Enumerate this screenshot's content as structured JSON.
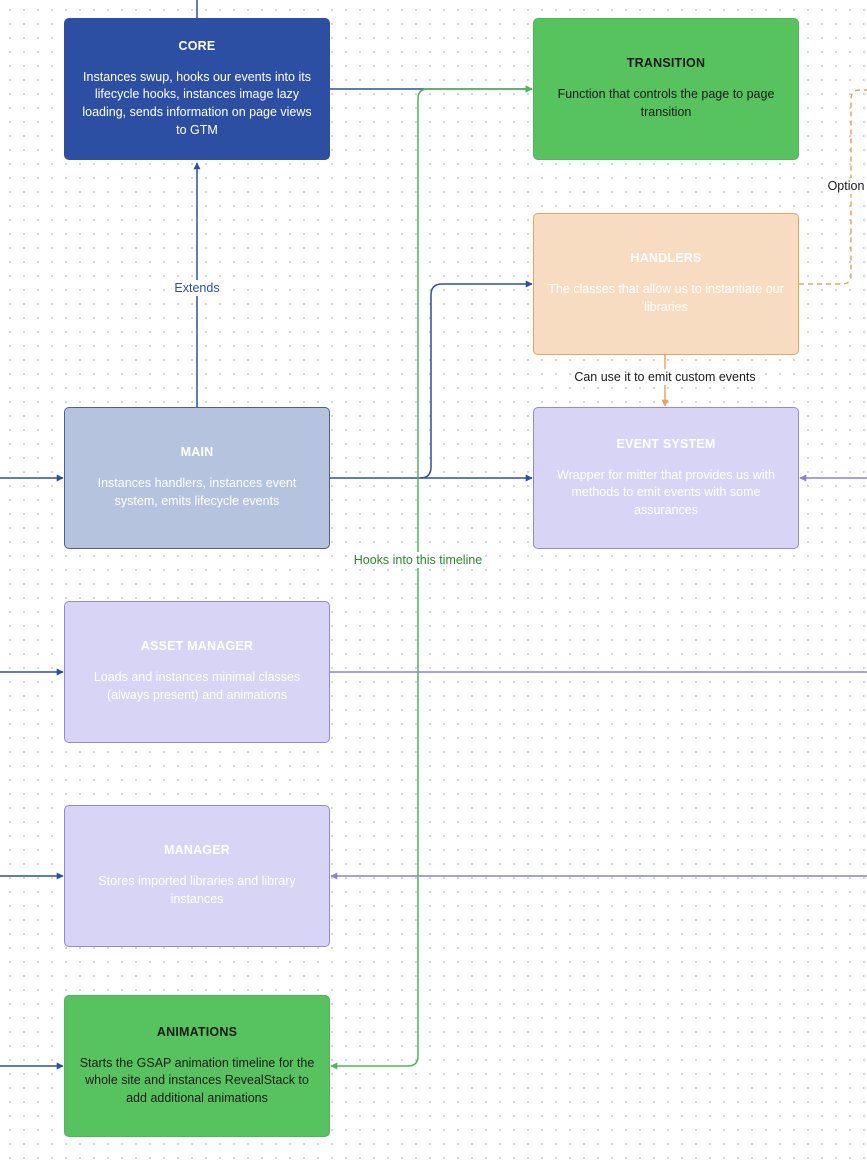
{
  "nodes": {
    "core": {
      "title": "CORE",
      "desc": "Instances swup, hooks our events into its lifecycle hooks, instances image lazy loading, sends information on page views to GTM"
    },
    "transition": {
      "title": "TRANSITION",
      "desc": "Function that controls the page to page transition"
    },
    "handlers": {
      "title": "HANDLERS",
      "desc": "The classes that allow us to instantiate our libraries"
    },
    "main": {
      "title": "MAIN",
      "desc": "Instances handlers, instances event system, emits lifecycle events"
    },
    "event_system": {
      "title": "EVENT SYSTEM",
      "desc": "Wrapper for mitter that provides us with methods to emit events with some assurances"
    },
    "asset_manager": {
      "title": "ASSET MANAGER",
      "desc": "Loads and instances minimal classes (always present) and animations"
    },
    "manager": {
      "title": "MANAGER",
      "desc": "Stores imported libraries and library instances"
    },
    "animations": {
      "title": "ANIMATIONS",
      "desc": "Starts the GSAP animation timeline for the whole site and instances RevealStack to add additional animations"
    }
  },
  "edge_labels": {
    "extends": "Extends",
    "emit_custom_events": "Can use it to emit custom events",
    "hooks_timeline": "Hooks into this timeline",
    "optional": "Option"
  },
  "colors": {
    "blue": "#2d4fa3",
    "green": "#57c35f",
    "orange": "#eda45a",
    "lavender": "#8a80e0"
  }
}
